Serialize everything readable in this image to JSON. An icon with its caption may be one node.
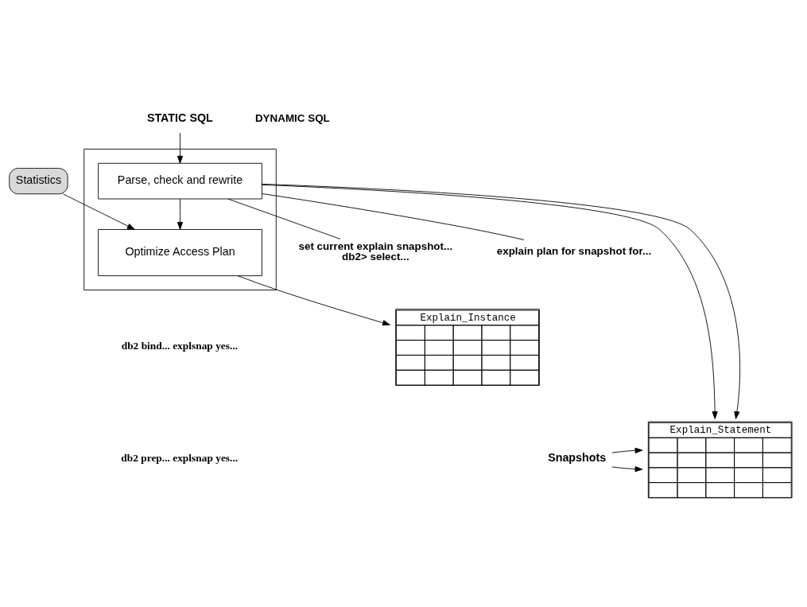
{
  "diagram": {
    "nodes": [
      {
        "text": [
          "STATIC SQL"
        ]
      },
      {
        "text": [],
        "shape": "box"
      },
      {
        "text": [
          "Parse, check and rewrite"
        ],
        "in": 1
      },
      {
        "text": [
          "Optimize Access Plan"
        ],
        "in": 1
      },
      {
        "text": [
          "Statistics"
        ]
      },
      {
        "text": [
          "set current explain snapshot...",
          "db2> select..."
        ]
      },
      {
        "text": [
          "explain plan for snapshot for..."
        ]
      },
      {
        "text": [
          "Explain_Instance"
        ]
      },
      {
        "text": [
          "Explain_Statement"
        ]
      },
      {
        "text": [
          "Snapshots"
        ]
      }
    ],
    "edges": [
      {
        "from": 0,
        "to": 2,
        "arrow": "to"
      },
      {
        "from": 2,
        "to": 5,
        "arrow": "none"
      },
      {
        "from": 2,
        "to": 6,
        "arrow": "none"
      },
      {
        "from": 2,
        "to": 3,
        "arrow": "to"
      },
      {
        "from": 4,
        "to": 3,
        "arrow": "to"
      },
      {
        "from": 3,
        "to": 7,
        "arrow": "to"
      },
      {
        "from": 2,
        "to": 8,
        "arrow": "to"
      },
      {
        "from": 2,
        "to": 8,
        "arrow": "to"
      },
      {
        "from": 9,
        "to": 8,
        "arrow": "to"
      },
      {
        "from": 9,
        "to": 8,
        "arrow": "to"
      }
    ],
    "labels": [
      "DYNAMIC SQL",
      "db2 bind... explsnap yes...",
      "db2 prep... explsnap yes..."
    ]
  }
}
